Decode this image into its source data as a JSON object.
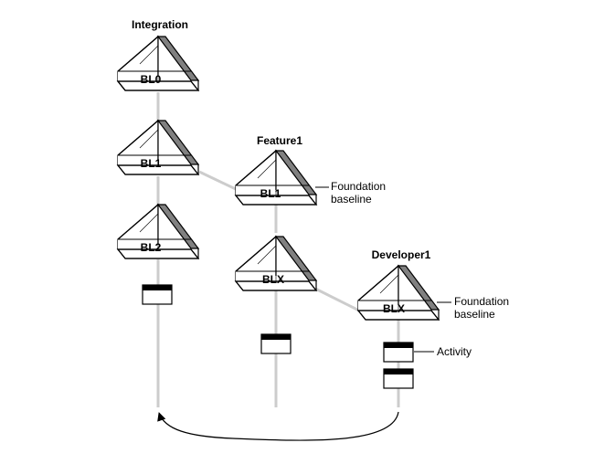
{
  "streams": {
    "integration": {
      "title": "Integration",
      "baselines": [
        "BL0",
        "BL1",
        "BL2"
      ]
    },
    "feature": {
      "title": "Feature1",
      "baselines": [
        "BL1",
        "BLX"
      ]
    },
    "developer": {
      "title": "Developer1",
      "baselines": [
        "BLX"
      ]
    }
  },
  "annotations": {
    "feature_foundation": [
      "Foundation",
      "baseline"
    ],
    "developer_foundation": [
      "Foundation",
      "baseline"
    ],
    "activity": "Activity"
  },
  "colors": {
    "connector": "#cccccc",
    "shaded_face": "#808080",
    "outline": "#000000"
  }
}
